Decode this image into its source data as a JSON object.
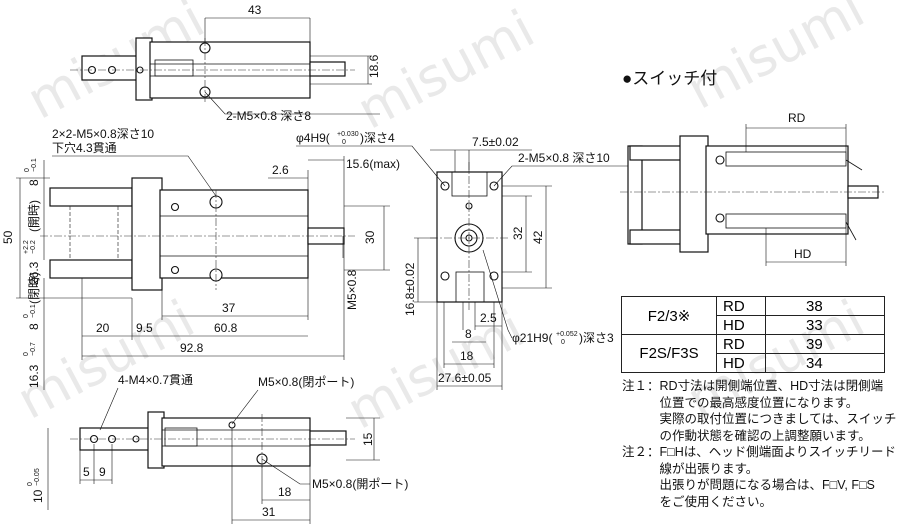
{
  "watermark": "misumi",
  "top_view": {
    "width_dim": "43",
    "height_dim": "18.6",
    "thread_label": "2-M5×0.8 深さ8"
  },
  "side_view": {
    "thread_label_1": "2×2-M5×0.8深さ10",
    "thread_label_2": "下穴4.3貫通",
    "dim_50": "50",
    "dim_8_top": "8",
    "dim_8_top_tol_upper": "0",
    "dim_8_top_tol_lower": "−0.1",
    "dim_8_bot": "8",
    "dim_8_bot_tol_upper": "0",
    "dim_8_bot_tol_lower": "−0.1",
    "dim_8_bot_note": "(閉時)",
    "dim_26_3": "26.3",
    "dim_26_3_tol_upper": "+2.2",
    "dim_26_3_tol_lower": "−0.2",
    "dim_26_3_note": "(開時)",
    "dim_16_3": "16.3",
    "dim_16_3_tol_upper": "0",
    "dim_16_3_tol_lower": "−0.7",
    "dim_2_6": "2.6",
    "dim_15_6": "15.6(max)",
    "dim_30": "30",
    "port_label": "M5×0.8",
    "dim_37": "37",
    "dim_20": "20",
    "dim_9_5": "9.5",
    "dim_60_8": "60.8",
    "dim_92_8": "92.8"
  },
  "end_view": {
    "bore_label_top": "φ4H9(+0.030/0)深さ4",
    "bore_phi_top": "φ4H9(",
    "bore_tol_top_upper": "+0.030",
    "bore_tol_top_lower": "0",
    "bore_suffix_top": ")深さ4",
    "dim_7_5": "7.5±0.02",
    "thread_label": "2-M5×0.8 深さ10",
    "dim_32": "32",
    "dim_42": "42",
    "dim_16_8": "16.8±0.02",
    "dim_2_5": "2.5",
    "dim_8": "8",
    "dim_18": "18",
    "dim_27_6": "27.6±0.05",
    "bore_phi_bottom": "φ21H9(",
    "bore_tol_bottom_upper": "+0.052",
    "bore_tol_bottom_lower": "0",
    "bore_suffix_bottom": ")深さ3"
  },
  "bottom_view": {
    "thread_label": "4-M4×0.7貫通",
    "port_open": "M5×0.8(閉ポート)",
    "dim_15": "15",
    "dim_10": "10",
    "dim_10_tol_upper": "0",
    "dim_10_tol_lower": "−0.05",
    "dim_5": "5",
    "dim_9": "9",
    "dim_18": "18",
    "port_close": "M5×0.8(開ポート)",
    "dim_31": "31"
  },
  "switch_section": {
    "title": "●スイッチ付",
    "rd_label": "RD",
    "hd_label": "HD"
  },
  "switch_table": [
    {
      "group": "F2/3※",
      "key": "RD",
      "value": "38"
    },
    {
      "group": "",
      "key": "HD",
      "value": "33"
    },
    {
      "group": "F2S/F3S",
      "key": "RD",
      "value": "39"
    },
    {
      "group": "",
      "key": "HD",
      "value": "34"
    }
  ],
  "notes": [
    {
      "tag": "注１：",
      "lines": [
        "RD寸法は開側端位置、HD寸法は閉側端",
        "位置での最高感度位置になります。",
        "実際の取付位置につきましては、スイッチ",
        "の作動状態を確認の上調整願います。"
      ]
    },
    {
      "tag": "注２：",
      "lines": [
        "F□Hは、ヘッド側端面よりスイッチリード",
        "線が出張ります。",
        "出張りが問題になる場合は、F□V, F□S",
        "をご使用ください。"
      ]
    }
  ]
}
